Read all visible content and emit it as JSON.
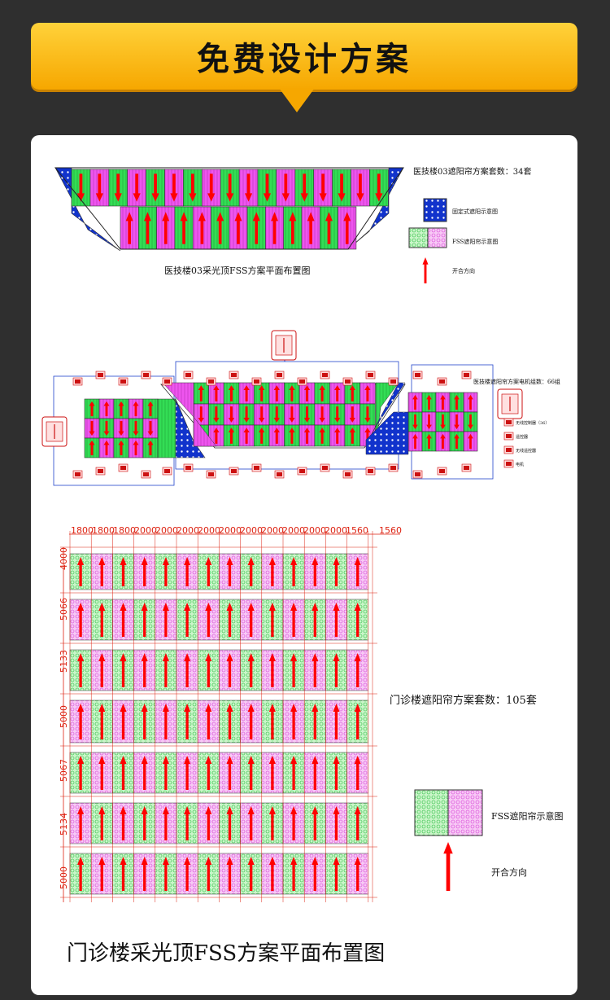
{
  "header": {
    "title": "免费设计方案"
  },
  "colors": {
    "green": "#33dd55",
    "green_light": "#c9f5c8",
    "magenta": "#ee55ee",
    "magenta_light": "#f7c8f5",
    "arrow": "#ff0000",
    "fixed_blue": "#1133cc",
    "line_blue": "#2244cc",
    "dim_red": "#dd2211",
    "banner": "#f6a700"
  },
  "diagram1": {
    "count_label": "医技楼03遮阳帘方案套数：34套",
    "legend_fixed": "固定式遮阳示意图",
    "legend_fss": "FSS遮阳帘示意图",
    "legend_direction": "开合方向",
    "caption": "医技楼03采光顶FSS方案平面布置图"
  },
  "diagram2": {
    "motor_count_label": "医技楼遮阳帘方案电机组数：66组",
    "legend_items": [
      "无线控制器（36）",
      "遥控器",
      "无线遥控器",
      "电机"
    ]
  },
  "diagram3": {
    "column_widths": [
      "1800",
      "1800",
      "1800",
      "2000",
      "2000",
      "2000",
      "2000",
      "2000",
      "2000",
      "2000",
      "2000",
      "2000",
      "2000",
      "1560"
    ],
    "extra_width": "1560",
    "row_heights": [
      "4000",
      "5066",
      "5133",
      "5000",
      "5067",
      "5134",
      "5000"
    ],
    "count_label": "门诊楼遮阳帘方案套数：105套",
    "legend_fss": "FSS遮阳帘示意图",
    "legend_direction": "开合方向",
    "caption": "门诊楼采光顶FSS方案平面布置图"
  }
}
